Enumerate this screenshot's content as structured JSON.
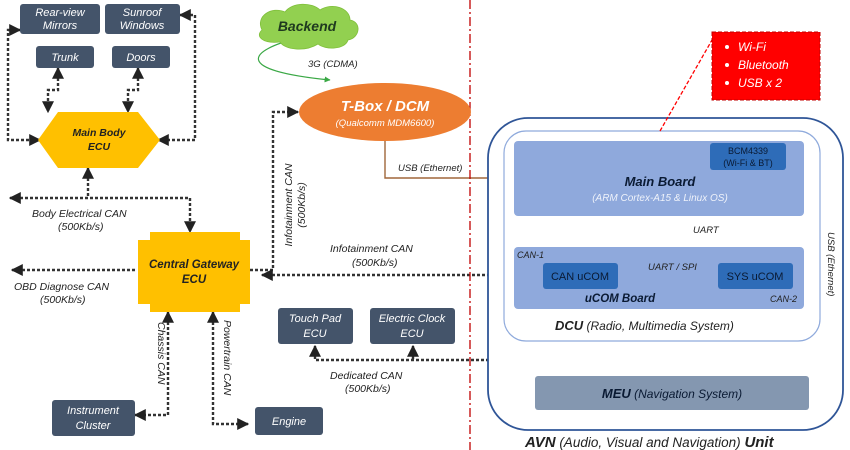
{
  "colors": {
    "dark_box": "#44546a",
    "ecu_yellow": "#ffc000",
    "tbox_orange": "#ed7d31",
    "backend_green": "#92d050",
    "board_blue": "#8fa9dc",
    "ucom_blue": "#2e6cb8",
    "meu_gray": "#8497b0",
    "divider_red": "#c00000",
    "callout_red": "#ff0000"
  },
  "nodes": {
    "rear_view_mirrors": [
      "Rear-view",
      "Mirrors"
    ],
    "sunroof_windows": [
      "Sunroof",
      "Windows"
    ],
    "trunk": "Trunk",
    "doors": "Doors",
    "main_body_ecu": [
      "Main Body",
      "ECU"
    ],
    "central_gateway_ecu": [
      "Central Gateway",
      "ECU"
    ],
    "backend": "Backend",
    "tbox_title": "T-Box / DCM",
    "tbox_sub": "(Qualcomm MDM6600)",
    "touch_pad_ecu": [
      "Touch Pad",
      "ECU"
    ],
    "electric_clock_ecu": [
      "Electric Clock",
      "ECU"
    ],
    "instrument_cluster": [
      "Instrument",
      "Cluster"
    ],
    "engine": "Engine"
  },
  "avn": {
    "callout_items": [
      "Wi-Fi",
      "Bluetooth",
      "USB x 2"
    ],
    "bcm": [
      "BCM4339",
      "(Wi-Fi & BT)"
    ],
    "main_board_title": "Main Board",
    "main_board_sub": "(ARM Cortex-A15 & Linux OS)",
    "can_ucom": "CAN uCOM",
    "sys_ucom": "SYS uCOM",
    "ucom_board": "uCOM Board",
    "can1": "CAN-1",
    "can2": "CAN-2",
    "uart": "UART",
    "uart_spi": "UART / SPI",
    "dcu_bold": "DCU",
    "dcu_rest": " (Radio, Multimedia System)",
    "meu_bold": "MEU",
    "meu_rest": " (Navigation System)",
    "usb_ethernet": "USB (Ethernet)",
    "unit_bold1": "AVN",
    "unit_rest": " (Audio, Visual and Navigation) ",
    "unit_bold2": "Unit"
  },
  "links": {
    "cdma": "3G (CDMA)",
    "usb_ethernet": "USB (Ethernet)",
    "infotainment_can_v": [
      "Infotainment CAN",
      "(500Kb/s)"
    ],
    "infotainment_can_h": [
      "Infotainment CAN",
      "(500Kb/s)"
    ],
    "body_electrical_can": [
      "Body Electrical CAN",
      "(500Kb/s)"
    ],
    "obd_diagnose_can": [
      "OBD Diagnose CAN",
      "(500Kb/s)"
    ],
    "chassis_can": "Chassis CAN",
    "powertrain_can": "Powertrain CAN",
    "dedicated_can": [
      "Dedicated CAN",
      "(500Kb/s)"
    ]
  }
}
